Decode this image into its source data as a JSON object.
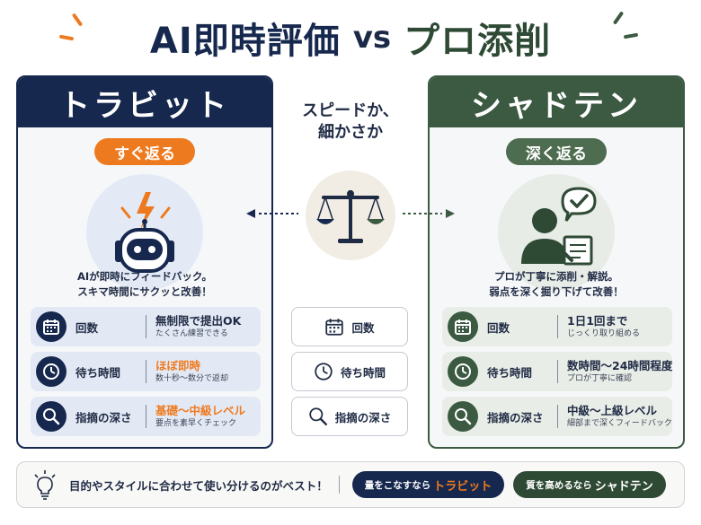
{
  "title": {
    "left": "AI即時評価",
    "vs": "vs",
    "right": "プロ添削"
  },
  "left_panel": {
    "name": "トラビット",
    "pill": "すぐ返る",
    "desc_line1": "AIが即時にフィードバック。",
    "desc_line2": "スキマ時間にサクッと改善！",
    "rows": [
      {
        "label": "回数",
        "main": "無制限で提出OK",
        "sub": "たくさん練習できる",
        "icon": "calendar-icon"
      },
      {
        "label": "待ち時間",
        "main": "ほぼ即時",
        "sub": "数十秒〜数分で返却",
        "icon": "clock-icon"
      },
      {
        "label": "指摘の深さ",
        "main": "基礎〜中級レベル",
        "sub": "要点を素早くチェック",
        "icon": "magnifier-icon"
      }
    ]
  },
  "right_panel": {
    "name": "シャドテン",
    "pill": "深く返る",
    "desc_line1": "プロが丁寧に添削・解説。",
    "desc_line2": "弱点を深く掘り下げて改善！",
    "rows": [
      {
        "label": "回数",
        "main": "1日1回まで",
        "sub": "じっくり取り組める",
        "icon": "calendar-icon"
      },
      {
        "label": "待ち時間",
        "main": "数時間〜24時間程度",
        "sub": "プロが丁寧に確認",
        "icon": "clock-icon"
      },
      {
        "label": "指摘の深さ",
        "main": "中級〜上級レベル",
        "sub": "細部まで深くフィードバック",
        "icon": "magnifier-icon"
      }
    ]
  },
  "center": {
    "question_line1": "スピードか、",
    "question_line2": "細かさか",
    "rows": [
      "回数",
      "待ち時間",
      "指摘の深さ"
    ]
  },
  "footer": {
    "text": "目的やスタイルに合わせて使い分けるのがベスト！",
    "btn_left_prefix": "量をこなすなら",
    "btn_left_highlight": "トラビット",
    "btn_right_prefix": "質を高めるなら",
    "btn_right_highlight": "シャドテン"
  },
  "colors": {
    "navy": "#17284f",
    "green": "#3b5a41",
    "orange": "#ee7a1f"
  }
}
